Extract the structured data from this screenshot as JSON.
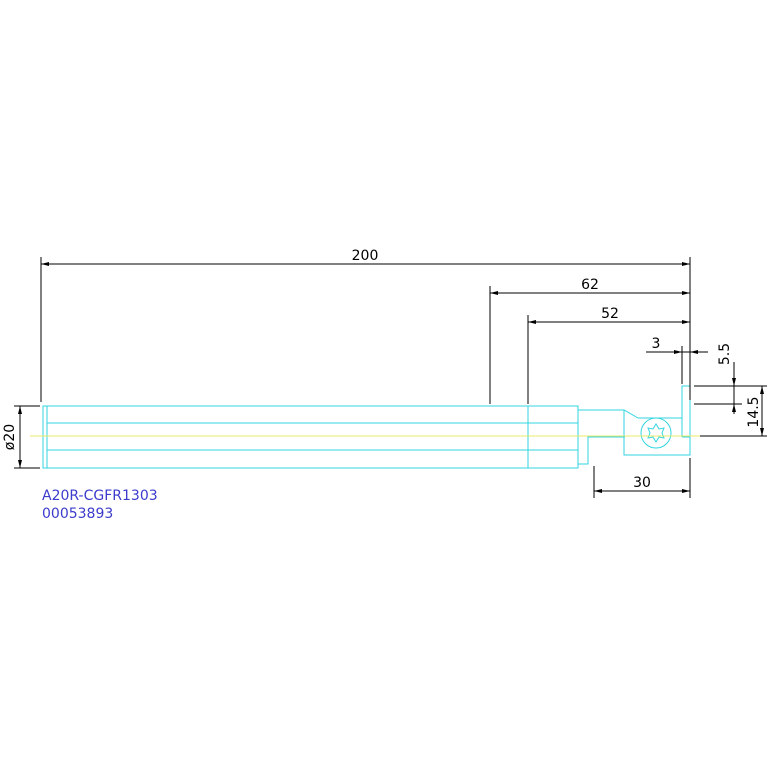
{
  "drawing": {
    "colors": {
      "part": "#33d6e0",
      "dimension": "#000000",
      "label": "#3b3bcc",
      "centerline": "#e8e86a"
    },
    "dimensions": {
      "overall_length": "200",
      "length_62": "62",
      "length_52": "52",
      "width_3": "3",
      "height_5_5": "5.5",
      "height_14_5": "14.5",
      "diameter": "ø20",
      "length_30": "30"
    },
    "labels": {
      "part_number": "A20R-CGFR1303",
      "article_number": "00053893"
    },
    "icons": {
      "screw": "torx-screw-icon"
    }
  }
}
